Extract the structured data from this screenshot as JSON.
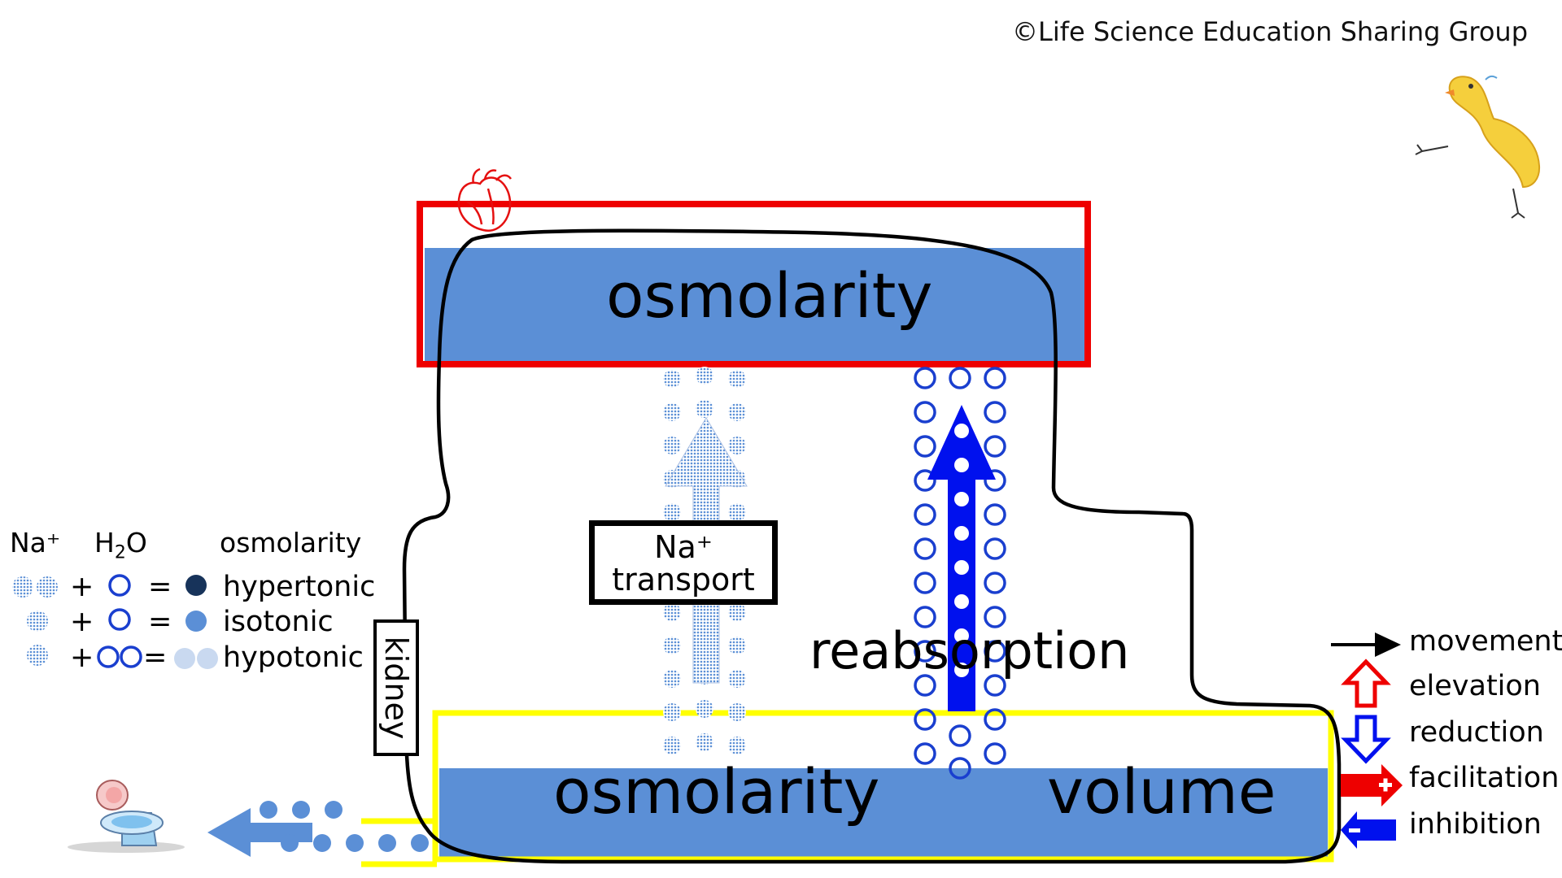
{
  "copyright": "©Life Science Education Sharing Group",
  "labels": {
    "osmolarity_top": "osmolarity",
    "osmolarity_bottom": "osmolarity",
    "volume": "volume",
    "reabsorption": "reabsorption",
    "kidney": "kidney",
    "na_transport_line1": "Na⁺",
    "na_transport_line2": "transport"
  },
  "left_legend": {
    "header_na": "Na⁺",
    "header_h2o_pre": "H",
    "header_h2o_sub": "2",
    "header_h2o_post": "O",
    "header_osm": "osmolarity",
    "rows": [
      {
        "label": "hypertonic"
      },
      {
        "label": "isotonic"
      },
      {
        "label": "hypotonic"
      }
    ]
  },
  "right_legend": [
    {
      "label": "movement",
      "icon": "black-arrow-icon"
    },
    {
      "label": "elevation",
      "icon": "red-up-arrow-icon"
    },
    {
      "label": "reduction",
      "icon": "blue-down-arrow-icon"
    },
    {
      "label": "facilitation",
      "icon": "red-plus-arrow-icon"
    },
    {
      "label": "inhibition",
      "icon": "blue-minus-arrow-icon"
    }
  ],
  "colors": {
    "plasma_blue": "#5b8fd6",
    "heart_red": "#ee0000",
    "kidney_yellow": "#ffff00",
    "water_blue": "#1a3fcf",
    "bright_blue": "#0011ee",
    "dot_blue": "#5b8fd6",
    "dark_navy": "#17335a",
    "light_dot": "#c9d9f0"
  }
}
